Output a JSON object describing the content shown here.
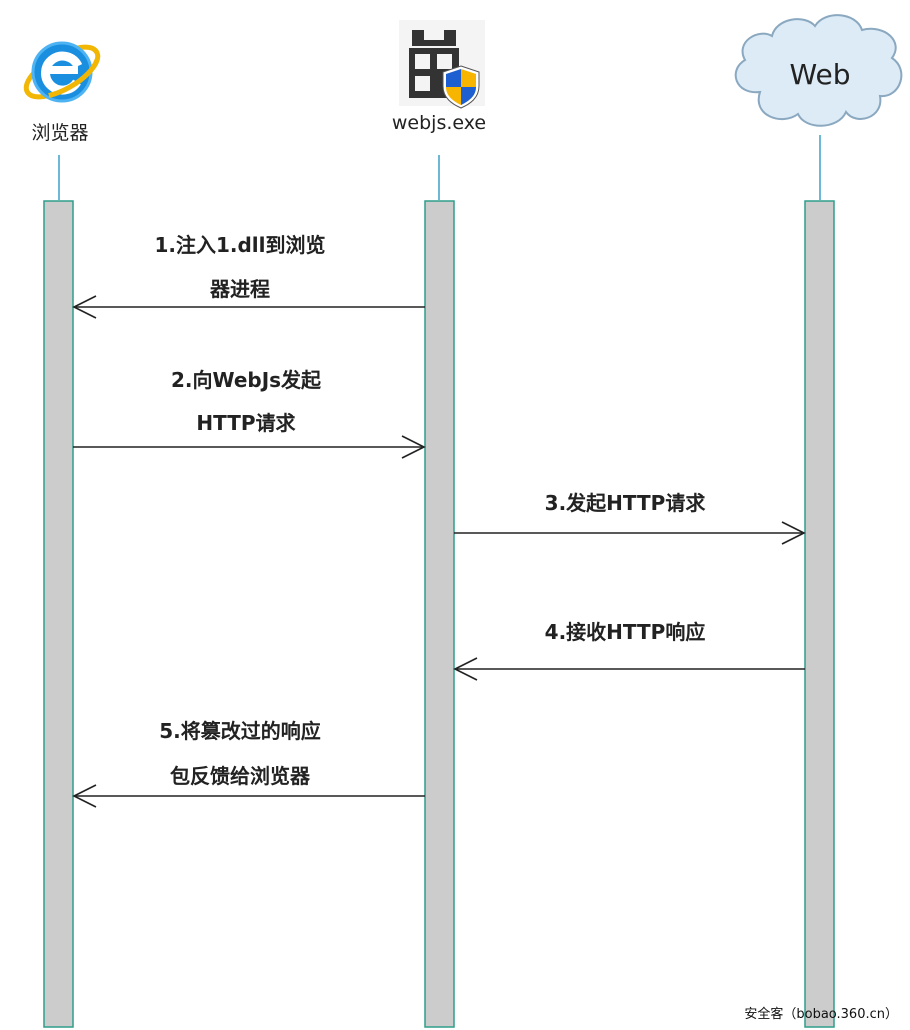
{
  "actors": [
    {
      "id": "browser",
      "label": "浏览器",
      "icon": "ie-browser-icon"
    },
    {
      "id": "webjs",
      "label": "webjs.exe",
      "icon": "webjs-exe-icon"
    },
    {
      "id": "web",
      "label": "Web",
      "icon": "web-cloud-icon"
    }
  ],
  "messages": [
    {
      "id": "m1",
      "line1": "1.注入1.dll到浏览",
      "line2": "器进程",
      "from": "webjs",
      "to": "browser"
    },
    {
      "id": "m2",
      "line1": "2.向WebJs发起",
      "line2": "HTTP请求",
      "from": "browser",
      "to": "webjs"
    },
    {
      "id": "m3",
      "line1": "3.发起HTTP请求",
      "from": "webjs",
      "to": "web"
    },
    {
      "id": "m4",
      "line1": "4.接收HTTP响应",
      "from": "web",
      "to": "webjs"
    },
    {
      "id": "m5",
      "line1": "5.将篡改过的响应",
      "line2": "包反馈给浏览器",
      "from": "webjs",
      "to": "browser"
    }
  ],
  "watermark": "安全客（bobao.360.cn）",
  "colors": {
    "lifeline_fill": "#cccccc",
    "lifeline_border": "#2e9e8c",
    "connector": "#3aa0c8",
    "arrow": "#222222",
    "ie_blue": "#1a8fe0",
    "ie_ring": "#f2b705",
    "shield_blue": "#1d5fd1",
    "shield_yellow": "#f7b500",
    "cloud_fill": "#dcebf6",
    "cloud_stroke": "#8aa8c0"
  }
}
